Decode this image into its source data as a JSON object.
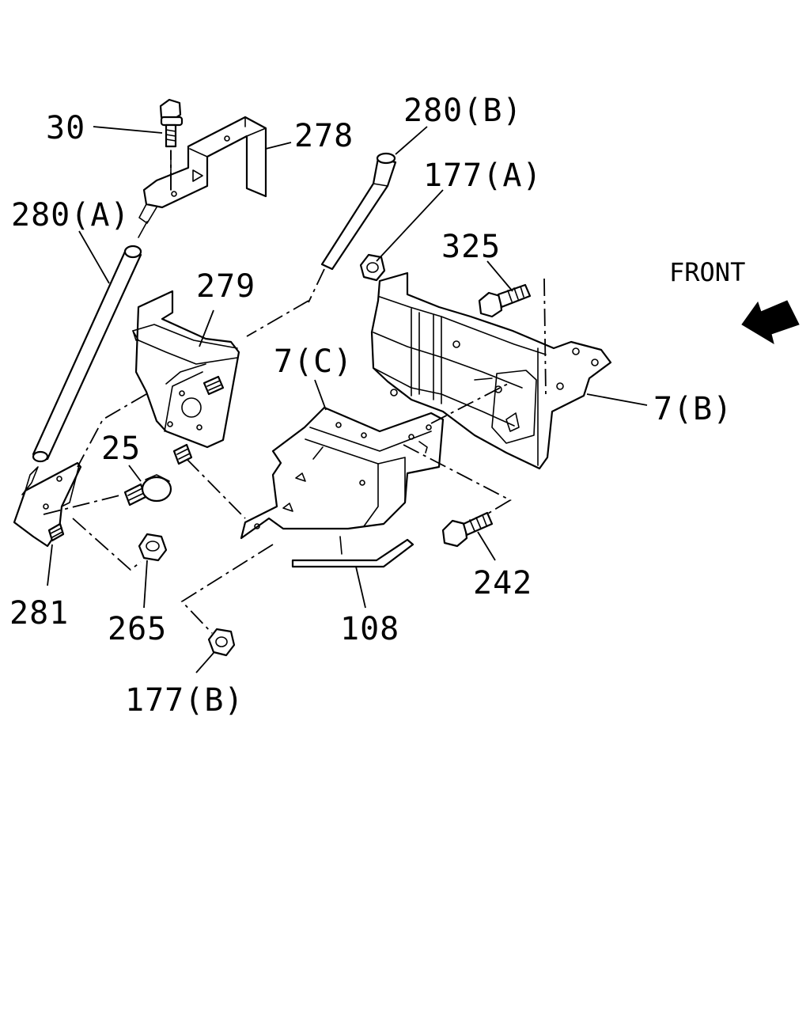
{
  "diagram": {
    "direction_label": "FRONT",
    "direction_arrow": "front-arrow-icon",
    "callouts": [
      {
        "id": "30",
        "text": "30"
      },
      {
        "id": "278",
        "text": "278"
      },
      {
        "id": "280a",
        "text": "280(A)"
      },
      {
        "id": "280b",
        "text": "280(B)"
      },
      {
        "id": "177a",
        "text": "177(A)"
      },
      {
        "id": "325",
        "text": "325"
      },
      {
        "id": "279",
        "text": "279"
      },
      {
        "id": "7c",
        "text": "7(C)"
      },
      {
        "id": "7b",
        "text": "7(B)"
      },
      {
        "id": "25",
        "text": "25"
      },
      {
        "id": "242",
        "text": "242"
      },
      {
        "id": "281",
        "text": "281"
      },
      {
        "id": "265",
        "text": "265"
      },
      {
        "id": "108",
        "text": "108"
      },
      {
        "id": "177b",
        "text": "177(B)"
      }
    ]
  }
}
